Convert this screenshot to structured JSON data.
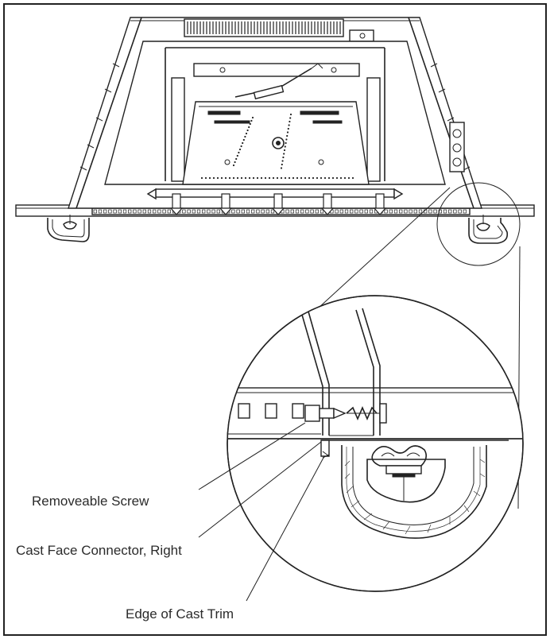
{
  "callouts": {
    "removeable_screw": "Removeable Screw",
    "cast_face_connector": "Cast Face Connector, Right",
    "edge_of_cast_trim": "Edge of Cast Trim"
  },
  "colors": {
    "line": "#222222",
    "background": "#ffffff",
    "callout_text": "#2b2b2b"
  }
}
